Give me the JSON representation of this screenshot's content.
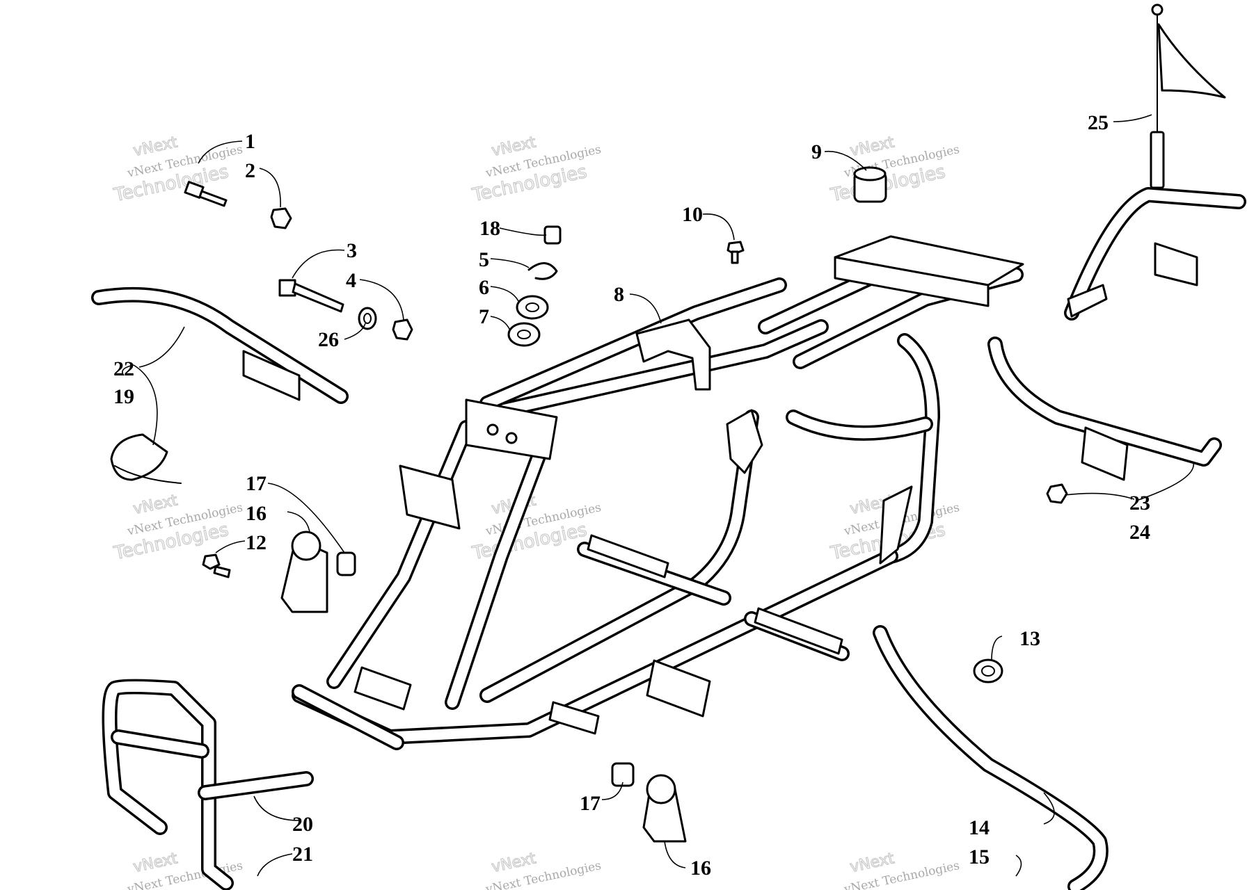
{
  "watermark": {
    "brand": "vNext",
    "line": "vNext Technologies",
    "big": "Technologies"
  },
  "callouts": {
    "c1": "1",
    "c2": "2",
    "c3": "3",
    "c4": "4",
    "c5": "5",
    "c6": "6",
    "c7": "7",
    "c8": "8",
    "c9": "9",
    "c10": "10",
    "c12": "12",
    "c13": "13",
    "c14": "14",
    "c15": "15",
    "c16a": "16",
    "c16b": "16",
    "c17a": "17",
    "c17b": "17",
    "c18": "18",
    "c19": "19",
    "c20": "20",
    "c21": "21",
    "c22": "22",
    "c23": "23",
    "c24": "24",
    "c25": "25",
    "c26": "26"
  }
}
